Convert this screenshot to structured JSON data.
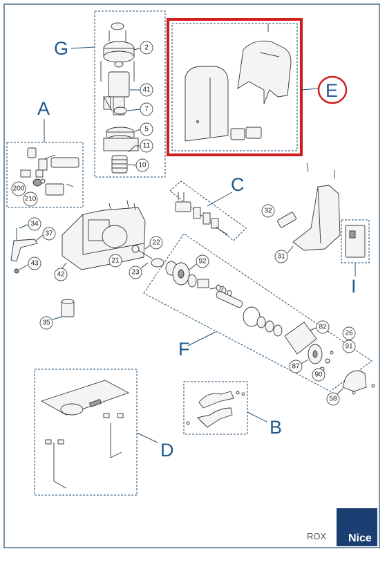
{
  "groups": {
    "A": "A",
    "B": "B",
    "C": "C",
    "D": "D",
    "E": "E",
    "F": "F",
    "G": "G",
    "I": "I"
  },
  "parts": {
    "p2": "2",
    "p41": "41",
    "p7": "7",
    "p5": "5",
    "p11": "11",
    "p10": "10",
    "p200": "200",
    "p210": "210",
    "p34": "34",
    "p37": "37",
    "p43": "43",
    "p42": "42",
    "p21": "21",
    "p22": "22",
    "p23": "23",
    "p92": "92",
    "p35": "35",
    "p32": "32",
    "p31": "31",
    "p82": "82",
    "p26": "26",
    "p91": "91",
    "p87": "87",
    "p90": "90",
    "p58": "58"
  },
  "footer": {
    "model": "ROX",
    "brand": "Nice"
  },
  "colors": {
    "frame": "#1f4a6b",
    "letters": "#1f5a8c",
    "highlight": "#d01c1c",
    "brand_bg": "#1c3f73"
  }
}
